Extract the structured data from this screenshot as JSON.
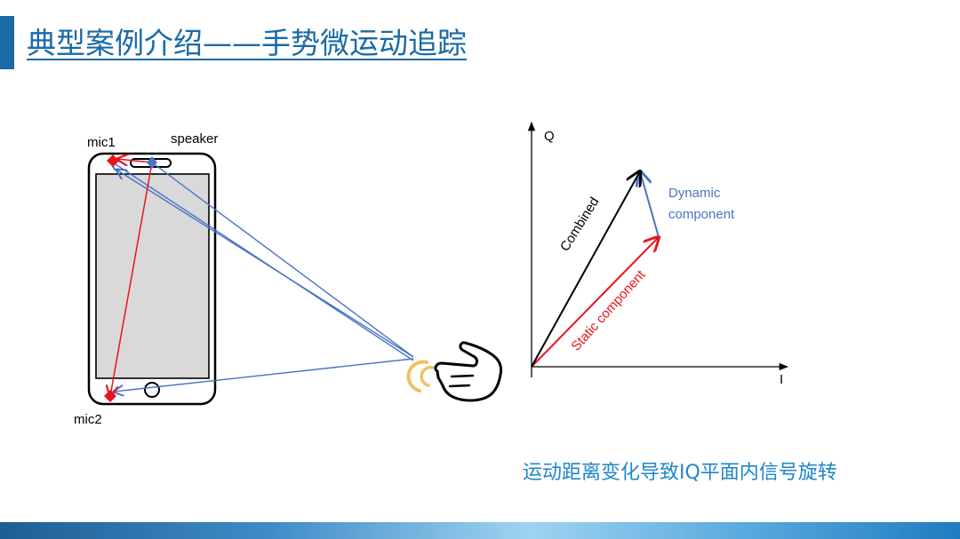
{
  "slide": {
    "title": "典型案例介绍——手势微运动追踪",
    "caption": "运动距离变化导致IQ平面内信号旋转"
  },
  "phone_diagram": {
    "mic1_label": "mic1",
    "speaker_label": "speaker",
    "mic2_label": "mic2"
  },
  "iq_plot": {
    "q_axis_label": "Q",
    "i_axis_label": "I",
    "combined_label": "Combined",
    "dynamic_label_line1": "Dynamic",
    "dynamic_label_line2": "component",
    "static_label": "Static component"
  },
  "colors": {
    "title": "#1a6aa6",
    "caption": "#1f86c9",
    "static_vector": "#e8141b",
    "dynamic_vector": "#4a73c2",
    "combined_vector": "#000000",
    "wave_arc": "#f2c064"
  }
}
